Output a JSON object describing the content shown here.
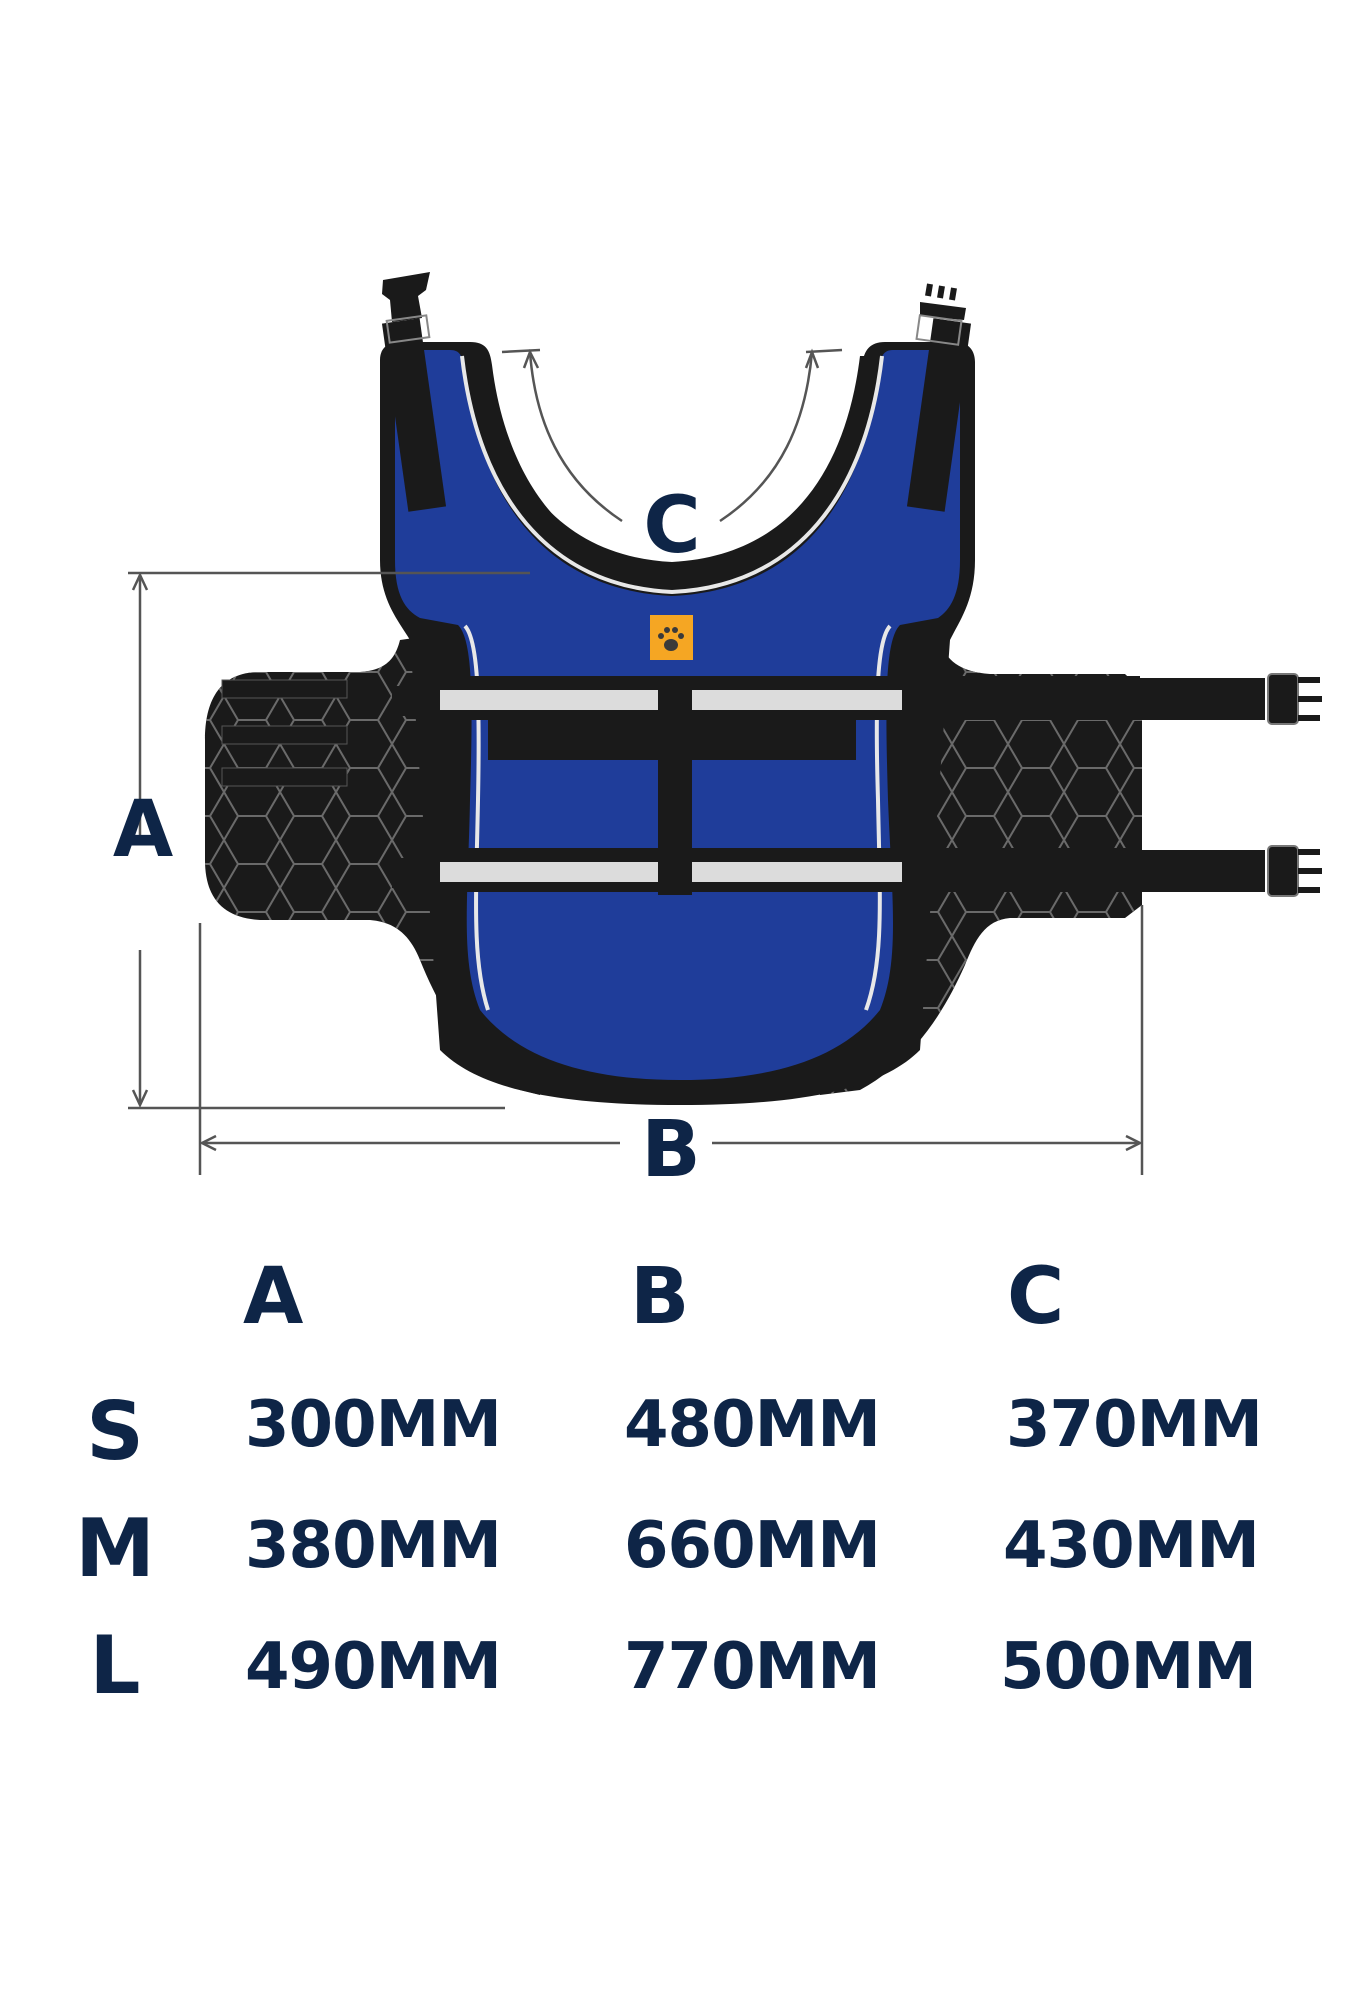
{
  "diagram": {
    "title": "Dog life vest size diagram",
    "colors": {
      "vest_blue": "#1f3d9a",
      "vest_black": "#1a1a1a",
      "reflective": "#dcdcdc",
      "tag_orange": "#f5a623",
      "dimension_line": "#555555",
      "label_navy": "#0e2547"
    },
    "dimension_labels": {
      "a": "A",
      "b": "B",
      "c": "C"
    },
    "tag_icon": "paw-icon"
  },
  "size_table": {
    "headers": [
      "A",
      "B",
      "C"
    ],
    "rows": [
      {
        "size": "S",
        "a": "300MM",
        "b": "480MM",
        "c": "370MM"
      },
      {
        "size": "M",
        "a": "380MM",
        "b": "660MM",
        "c": "430MM"
      },
      {
        "size": "L",
        "a": "490MM",
        "b": "770MM",
        "c": "500MM"
      }
    ]
  }
}
